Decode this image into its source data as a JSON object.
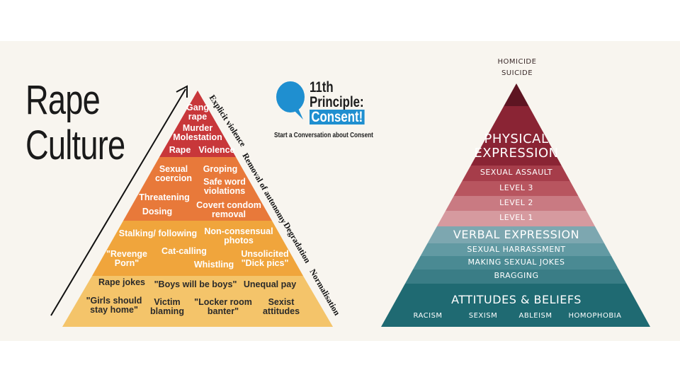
{
  "left": {
    "title_line1": "Rape",
    "title_line2": "Culture",
    "logo": {
      "line1": "11th",
      "line2": "Principle:",
      "line3": "Consent!",
      "tagline": "Start a Conversation about Consent"
    },
    "sides": {
      "explicit": "Explicit violence",
      "removal": "Removal of autonomy",
      "degradation": "Degradation",
      "normalisation": "Normalisation"
    },
    "tier1": {
      "gang": "Gang",
      "rape1": "rape",
      "murder": "Murder",
      "molestation": "Molestation",
      "rape2": "Rape",
      "violence": "Violence"
    },
    "tier2": {
      "sexual": "Sexual",
      "coercion": "coercion",
      "groping": "Groping",
      "safe1": "Safe word",
      "safe2": "violations",
      "threatening": "Threatening",
      "dosing": "Dosing",
      "covert1": "Covert condom",
      "covert2": "removal"
    },
    "tier3": {
      "stalking": "Stalking/ following",
      "noncon1": "Non-consensual",
      "noncon2": "photos",
      "revenge1": "\"Revenge",
      "revenge2": "Porn\"",
      "catcalling": "Cat-calling",
      "whistling": "Whistling",
      "unsol1": "Unsolicited",
      "unsol2": "\"Dick pics\""
    },
    "tier4": {
      "rapejokes": "Rape jokes",
      "boys": "\"Boys will be boys\"",
      "unequal": "Unequal pay",
      "girls1": "\"Girls should",
      "girls2": "stay home\"",
      "victim1": "Victim",
      "victim2": "blaming",
      "locker1": "\"Locker room",
      "locker2": "banter\"",
      "sexist1": "Sexist",
      "sexist2": "attitudes"
    },
    "colors": {
      "tier1": "#c8373a",
      "tier2": "#e8793a",
      "tier3": "#f0a53c",
      "tier4": "#f4c46a"
    }
  },
  "right": {
    "top1": "HOMICIDE",
    "top2": "SUICIDE",
    "physical1": "PHYSICAL",
    "physical2": "EXPRESSION",
    "assault": "SEXUAL ASSAULT",
    "level3": "LEVEL 3",
    "level2": "LEVEL 2",
    "level1": "LEVEL 1",
    "verbal": "VERBAL EXPRESSION",
    "harassment": "SEXUAL HARRASSMENT",
    "jokes": "MAKING SEXUAL JOKES",
    "bragging": "BRAGGING",
    "attitudes": "ATTITUDES & BELIEFS",
    "racism": "RACISM",
    "sexism": "SEXISM",
    "ableism": "ABLEISM",
    "homophobia": "HOMOPHOBIA"
  }
}
